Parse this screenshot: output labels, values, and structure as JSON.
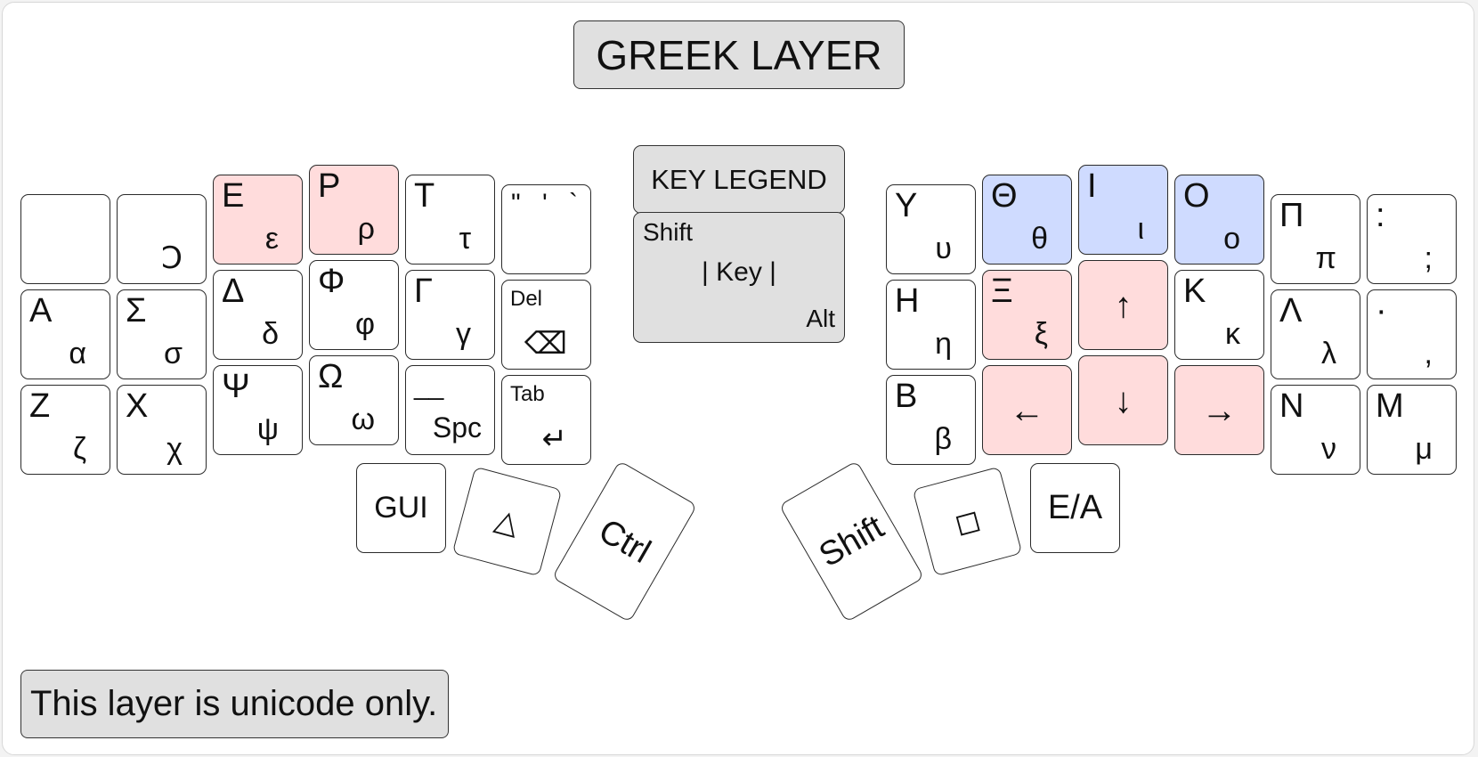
{
  "title": "GREEK LAYER",
  "legend": {
    "heading": "KEY LEGEND",
    "shift_label": "Shift",
    "key_label": "| Key |",
    "alt_label": "Alt"
  },
  "note": "This layer is unicode only.",
  "colors": {
    "red_highlight": "#ffdcdc",
    "blue_highlight": "#cfdbff",
    "legend_gray": "#e0e0e0"
  },
  "left_hand": {
    "row1": [
      {
        "upper": "",
        "lower": ""
      },
      {
        "upper": "",
        "lower": "Ↄ"
      },
      {
        "upper": "Ε",
        "lower": "ε"
      },
      {
        "upper": "Ρ",
        "lower": "ρ"
      },
      {
        "upper": "Τ",
        "lower": "τ"
      },
      {
        "upper": "\" ' `",
        "lower": ""
      }
    ],
    "row2": [
      {
        "upper": "Α",
        "lower": "α"
      },
      {
        "upper": "Σ",
        "lower": "σ"
      },
      {
        "upper": "Δ",
        "lower": "δ"
      },
      {
        "upper": "Φ",
        "lower": "φ"
      },
      {
        "upper": "Γ",
        "lower": "γ"
      },
      {
        "upper": "Del",
        "lower": "⌫"
      }
    ],
    "row3": [
      {
        "upper": "Ζ",
        "lower": "ζ"
      },
      {
        "upper": "Χ",
        "lower": "χ"
      },
      {
        "upper": "Ψ",
        "lower": "ψ"
      },
      {
        "upper": "Ω",
        "lower": "ω"
      },
      {
        "upper": "__",
        "lower": "Spc"
      },
      {
        "upper": "Tab",
        "lower": "↵"
      }
    ]
  },
  "right_hand": {
    "row1": [
      {
        "upper": "Υ",
        "lower": "υ"
      },
      {
        "upper": "Θ",
        "lower": "θ"
      },
      {
        "upper": "Ι",
        "lower": "ι"
      },
      {
        "upper": "Ο",
        "lower": "ο"
      },
      {
        "upper": "Π",
        "lower": "π"
      },
      {
        "upper": ":",
        "lower": ";"
      }
    ],
    "row2": [
      {
        "upper": "Η",
        "lower": "η"
      },
      {
        "upper": "Ξ",
        "lower": "ξ"
      },
      {
        "upper": "↑",
        "lower": ""
      },
      {
        "upper": "Κ",
        "lower": "κ"
      },
      {
        "upper": "Λ",
        "lower": "λ"
      },
      {
        "upper": "·",
        "lower": ","
      }
    ],
    "row3": [
      {
        "upper": "Β",
        "lower": "β"
      },
      {
        "upper": "←",
        "lower": ""
      },
      {
        "upper": "↓",
        "lower": ""
      },
      {
        "upper": "→",
        "lower": ""
      },
      {
        "upper": "Ν",
        "lower": "ν"
      },
      {
        "upper": "Μ",
        "lower": "μ"
      }
    ]
  },
  "thumbs": {
    "left": [
      "GUI",
      "△",
      "Ctrl"
    ],
    "right": [
      "Shift",
      "◻",
      "E/A"
    ]
  }
}
